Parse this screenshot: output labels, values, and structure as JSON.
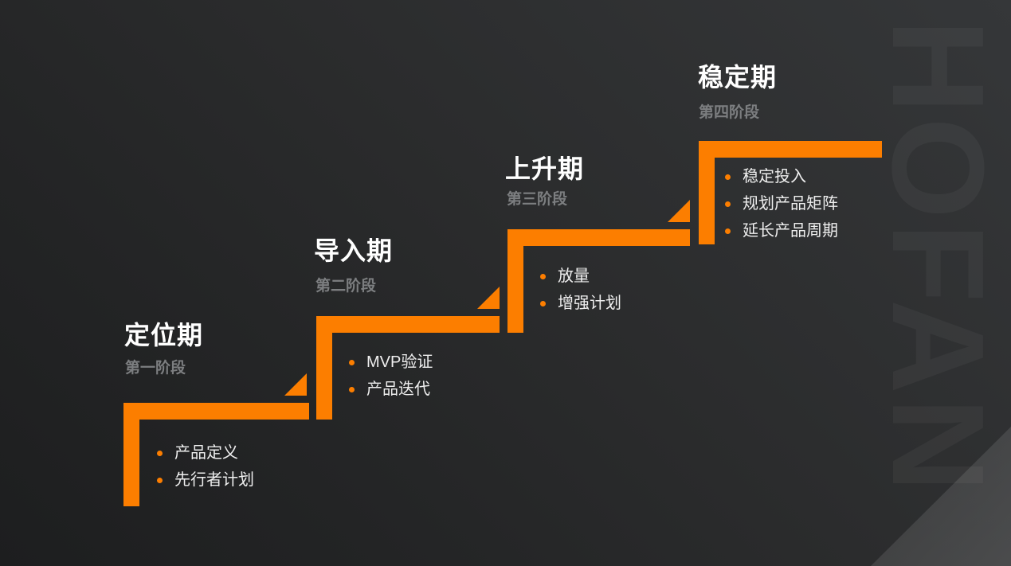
{
  "watermark": {
    "text": "HOFAN"
  },
  "colors": {
    "accent_orange": "#FC7E00",
    "background_top_right": "#353739",
    "background_bottom_left": "#1D1E1F",
    "title_text": "#FFFFFF",
    "subtitle_text": "#7C7E80",
    "bullet_text": "#EFEFEF",
    "watermark_text": "#35383A"
  },
  "stages": [
    {
      "title": "定位期",
      "subtitle": "第一阶段",
      "bullets": [
        "产品定义",
        "先行者计划"
      ]
    },
    {
      "title": "导入期",
      "subtitle": "第二阶段",
      "bullets": [
        "MVP验证",
        "产品迭代"
      ]
    },
    {
      "title": "上升期",
      "subtitle": "第三阶段",
      "bullets": [
        "放量",
        "增强计划"
      ]
    },
    {
      "title": "稳定期",
      "subtitle": "第四阶段",
      "bullets": [
        "稳定投入",
        "规划产品矩阵",
        "延长产品周期"
      ]
    }
  ]
}
